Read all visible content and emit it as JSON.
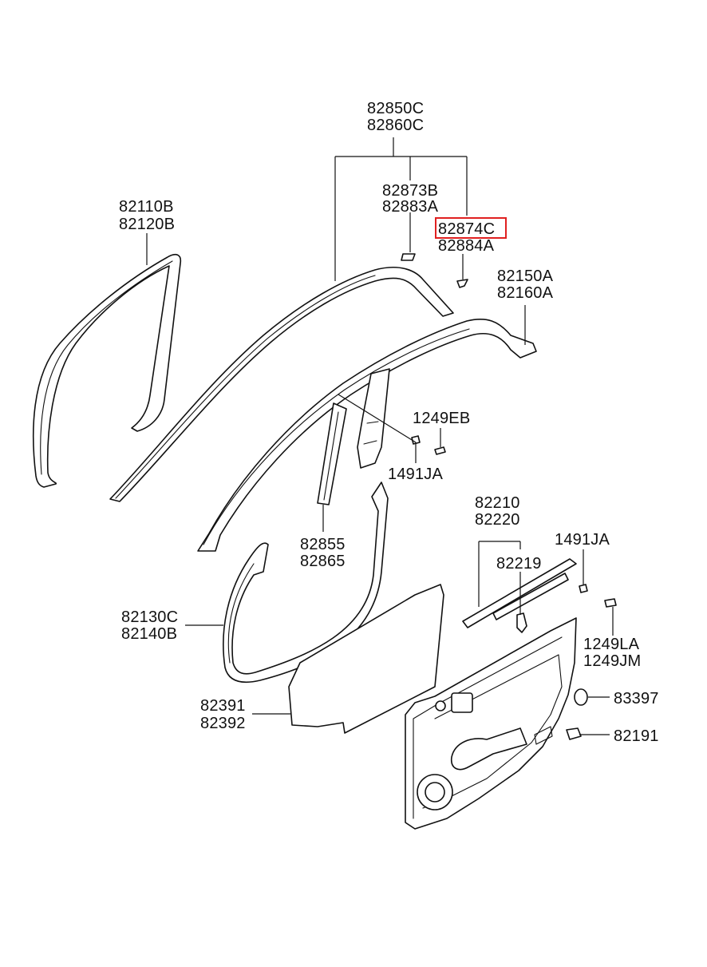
{
  "diagram": {
    "labels": {
      "l_82850C": "82850C",
      "l_82860C": "82860C",
      "l_82873B": "82873B",
      "l_82883A": "82883A",
      "l_82874C": "82874C",
      "l_82884A": "82884A",
      "l_82110B": "82110B",
      "l_82120B": "82120B",
      "l_82150A": "82150A",
      "l_82160A": "82160A",
      "l_1249EB": "1249EB",
      "l_1491JA_a": "1491JA",
      "l_82855": "82855",
      "l_82865": "82865",
      "l_82210": "82210",
      "l_82220": "82220",
      "l_82219": "82219",
      "l_1491JA_b": "1491JA",
      "l_82130C": "82130C",
      "l_82140B": "82140B",
      "l_1249LA": "1249LA",
      "l_1249JM": "1249JM",
      "l_83397": "83397",
      "l_82391": "82391",
      "l_82392": "82392",
      "l_82191": "82191"
    },
    "highlight_color": "#e02020",
    "highlighted_part": "82874C"
  }
}
